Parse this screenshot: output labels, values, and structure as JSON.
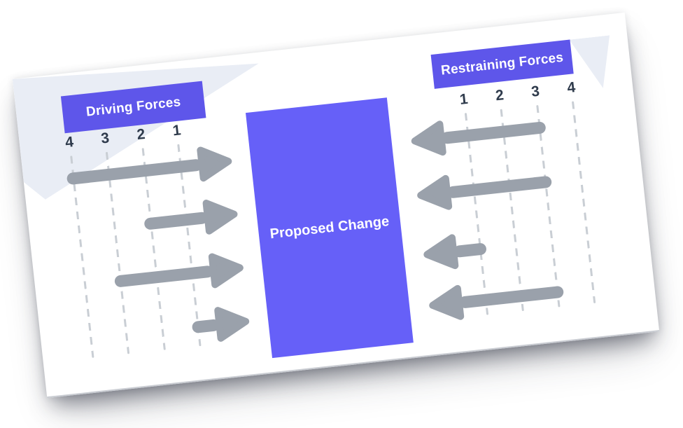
{
  "diagram": {
    "panels": {
      "driving": {
        "title": "Driving Forces",
        "scale": [
          "4",
          "3",
          "2",
          "1"
        ],
        "forces": [
          4,
          2,
          3,
          1
        ],
        "direction": "right"
      },
      "restraining": {
        "title": "Restraining Forces",
        "scale": [
          "1",
          "2",
          "3",
          "4"
        ],
        "forces": [
          3,
          3,
          1,
          3
        ],
        "direction": "left"
      },
      "center": {
        "title": "Proposed Change"
      }
    },
    "colors": {
      "accent_header": "#5E56EA",
      "accent_box": "#6660F8",
      "arrow": "#9AA1AB",
      "dashed": "#C9CED4",
      "scale_text": "#2F3B4C",
      "wedge": "#E9EDF5",
      "card": "#FFFFFF"
    }
  }
}
